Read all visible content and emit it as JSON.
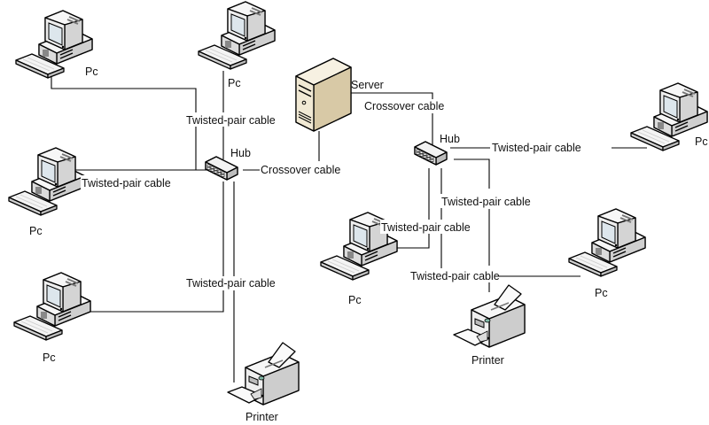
{
  "diagram": {
    "type": "network-topology",
    "colors": {
      "background": "#ffffff",
      "line": "#000000",
      "device_light": "#f2f2f2",
      "device_mid": "#d6d6d6",
      "device_dark": "#a8a8a8",
      "screen": "#dfe8ee",
      "server_light": "#f4ecd8",
      "server_mid": "#e0d3b4",
      "server_dark": "#c4b48e"
    },
    "nodes": [
      {
        "id": "pc1",
        "kind": "pc",
        "label": "Pc"
      },
      {
        "id": "pc2",
        "kind": "pc",
        "label": "Pc"
      },
      {
        "id": "pc3",
        "kind": "pc",
        "label": "Pc"
      },
      {
        "id": "pc4",
        "kind": "pc",
        "label": "Pc"
      },
      {
        "id": "printer1",
        "kind": "printer",
        "label": "Printer"
      },
      {
        "id": "hub1",
        "kind": "hub",
        "label": "Hub"
      },
      {
        "id": "server",
        "kind": "server",
        "label": "Server"
      },
      {
        "id": "hub2",
        "kind": "hub",
        "label": "Hub"
      },
      {
        "id": "pc5",
        "kind": "pc",
        "label": "Pc"
      },
      {
        "id": "pc6",
        "kind": "pc",
        "label": "Pc"
      },
      {
        "id": "pc7",
        "kind": "pc",
        "label": "Pc"
      },
      {
        "id": "printer2",
        "kind": "printer",
        "label": "Printer"
      }
    ],
    "edges": [
      {
        "id": "e1",
        "from": "pc1",
        "to": "hub1",
        "label": ""
      },
      {
        "id": "e2",
        "from": "pc2",
        "to": "hub1",
        "label": "Twisted-pair cable"
      },
      {
        "id": "e3",
        "from": "pc3",
        "to": "hub1",
        "label": "Twisted-pair cable"
      },
      {
        "id": "e4",
        "from": "pc4",
        "to": "hub1",
        "label": "Twisted-pair cable"
      },
      {
        "id": "e5",
        "from": "hub1",
        "to": "printer1",
        "label": ""
      },
      {
        "id": "e6",
        "from": "hub1",
        "to": "server",
        "label": "Crossover cable"
      },
      {
        "id": "e7",
        "from": "server",
        "to": "hub2",
        "label": "Crossover cable"
      },
      {
        "id": "e8",
        "from": "hub2",
        "to": "pc5",
        "label": "Twisted-pair cable"
      },
      {
        "id": "e9",
        "from": "hub2",
        "to": "pc6",
        "label": "Twisted-pair cable"
      },
      {
        "id": "e10",
        "from": "hub2",
        "to": "printer2",
        "label": "Twisted-pair cable"
      },
      {
        "id": "e11",
        "from": "hub2",
        "to": "pc7",
        "label": "Twisted-pair cable"
      }
    ]
  }
}
